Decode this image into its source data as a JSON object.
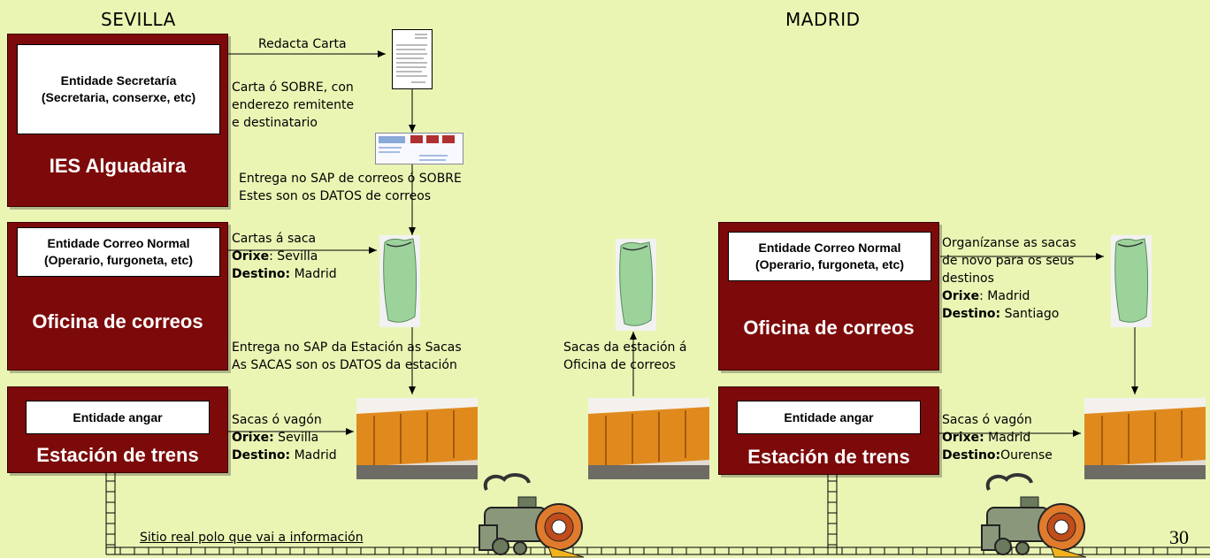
{
  "page": {
    "page_number": "30",
    "colors": {
      "background": "#eaf5b4",
      "block": "#7d0a0a",
      "bag": "#9bd39b",
      "train": "#e08a1e"
    }
  },
  "left": {
    "city": "SEVILLA",
    "school": {
      "entity": "Entidade Secretaría\n(Secretaria, conserxe, etc)",
      "name": "IES Alguadaira"
    },
    "post_office": {
      "entity": "Entidade Correo Normal\n(Operario, furgoneta, etc)",
      "name": "Oficina de correos"
    },
    "station": {
      "entity": "Entidade angar",
      "name": "Estación de trens"
    },
    "redacta": "Redacta Carta",
    "carta_note": "Carta ó SOBRE, con\nenderezo remitente\ne destinatario",
    "entrega_sobre": "Entrega no SAP de correos ó SOBRE\nEstes son os DATOS de correos",
    "cartas_saca": "Cartas á saca",
    "cartas_orixe_label": "Orixe",
    "cartas_orixe_value": ": Sevilla",
    "cartas_destino_label": "Destino:",
    "cartas_destino_value": " Madrid",
    "entrega_sacas": "Entrega no SAP da Estación as Sacas\nAs SACAS son os DATOS da estación",
    "vagon_title": "Sacas ó vagón",
    "vagon_orixe_label": "Orixe:",
    "vagon_orixe_value": " Sevilla",
    "vagon_destino_label": "Destino:",
    "vagon_destino_value": " Madrid"
  },
  "middle": {
    "sacas_estacion": "Sacas da estación á\nOficina de correos"
  },
  "right": {
    "city": "MADRID",
    "post_office": {
      "entity": "Entidade Correo Normal\n(Operario, furgoneta, etc)",
      "name": "Oficina de correos"
    },
    "station": {
      "entity": "Entidade angar",
      "name": "Estación de trens"
    },
    "organizanse": "Organízanse as sacas\nde novo para os seus\ndestinos",
    "org_orixe_label": "Orixe",
    "org_orixe_value": ": Madrid",
    "org_destino_label": "Destino:",
    "org_destino_value": " Santiago",
    "vagon_title": "Sacas ó vagón",
    "vagon_orixe_label": "Orixe:",
    "vagon_orixe_value": " Madrid",
    "vagon_destino_label": "Destino:",
    "vagon_destino_value": "Ourense"
  },
  "track": {
    "label": "Sitio real polo que vai a información"
  }
}
